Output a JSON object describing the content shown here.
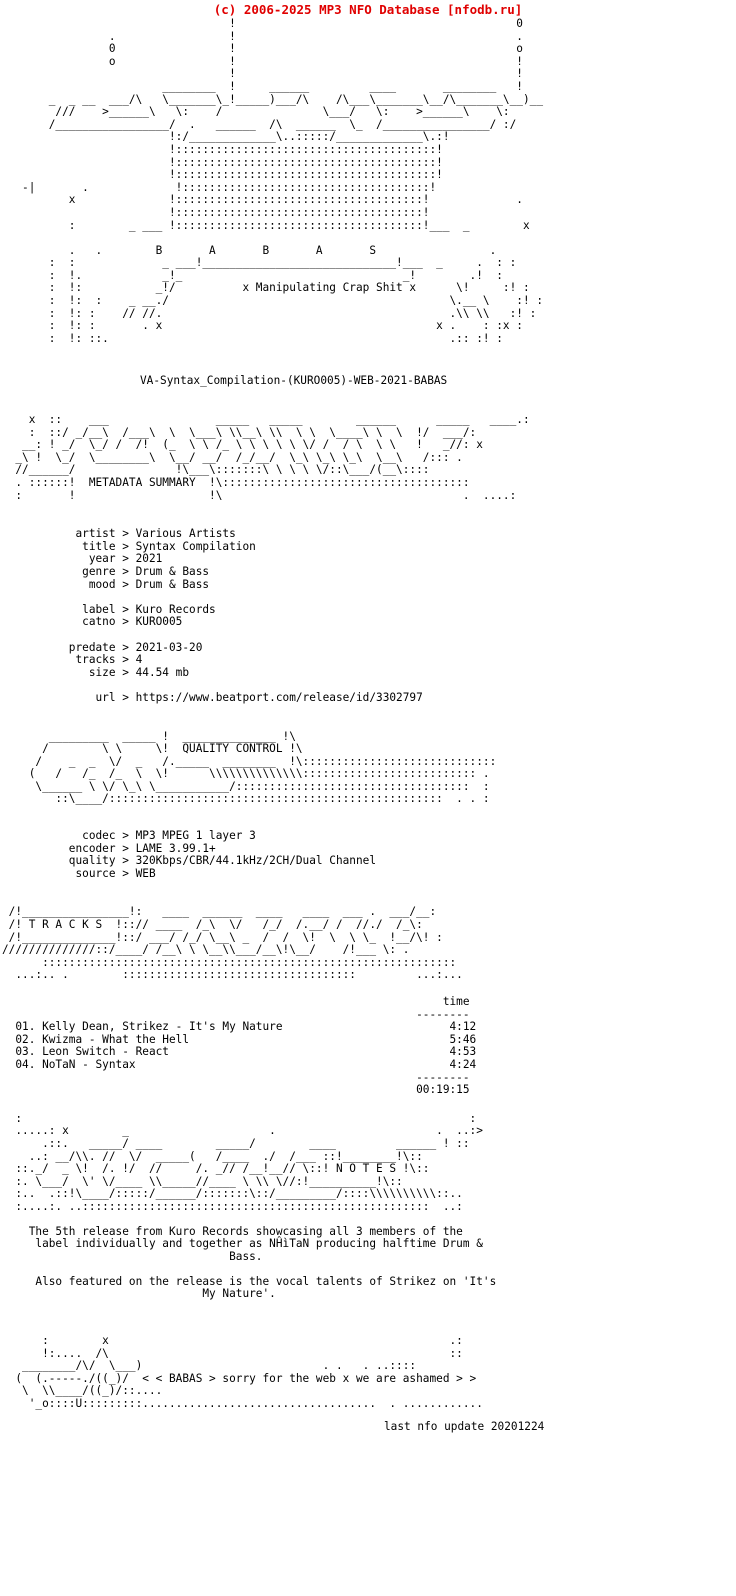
{
  "header": {
    "banner": "(c) 2006-2025 MP3 NFO Database [nfodb.ru]",
    "banner_color": "#e00000"
  },
  "art": {
    "logo_letters": "B A B A S",
    "logo_tagline": "x Manipulating Crap Shit x",
    "logo_block": "                                  !                                          0\n                .                 !                                          .\n                0                 !                                          o\n                o                 !                                          !\n                                  !                                          !\n                        ________  !     ______         ____       ________   !\n       _  _ __  ___/\\   \\_______\\_!_____)___/\\    /\\___\\_______\\__/\\_______\\__)__\n        ///    >______\\   \\:    /               \\___/   \\:    >______\\    \\:\n       /_________________/  .   ______  /\\  ______  \\_  /________________/ :/\n                         !:/_____________\\..:::::/_____________\\.:!\n                         !:::::::::::::::::::::::::::::::::::::::!\n                         !:::::::::::::::::::::::::::::::::::::::!\n                         !:::::::::::::::::::::::::::::::::::::::!\n   -|       .             !:::::::::::::::::::::::::::::::::::::!\n          x              !:::::::::::::::::::::::::::::::::::::!             .\n                         !:::::::::::::::::::::::::::::::::::::!\n          :        _ ___ !:::::::::::::::::::::::::::::::::::::!___  _        x\n\n          .   .        B       A       B       A       S                 .\n       :  :             _ ___!_____________________________!___  _     .  : :\n       :  !.            _!_                                 _!        .!  :\n       :  !:           _!/          x Manipulating Crap Shit x      \\!     :! :\n       :  !:  :    _ __./                                          \\.__ \\    :! :\n       :  !: :    // //.                                           .\\\\ \\\\   :! :\n       :  !: :       . x                                         x .    : :x :\n       :  !: ::.                                                   .:: :! :",
    "release_title": "VA-Syntax_Compilation-(KURO005)-WEB-2021-BABAS",
    "metadata_header_block": "    x  ::    ___                _____   _____        ______      _____   ____.:\n    :  ::/ _/__\\  /___\\  \\  \\___\\ \\\\__\\ \\\\  \\ \\  \\____\\ \\  \\  !/  ___/:\n   __: ! _/  \\_/ /  /!  (_  \\ \\ /_ \\ \\ \\ \\ \\ \\/ /  / \\  \\ \\   !   _//: x\n  _\\ !  \\_/  \\________\\  \\__/ __/  /_/__/  \\_\\ \\_\\ \\_\\  \\__\\   /::: .\n  //______/               !\\___\\:::::::\\ \\ \\ \\ \\/::\\___/(__\\::::\n  . ::::::!  METADATA SUMMARY  !\\:::::::::::::::::::::::::::::::::::::\n  :       !                    !\\                                    .  ....:",
    "metadata_header_label": "METADATA SUMMARY",
    "quality_header_block": "       _________  _____ !  ______________ !\\\n      /        \\ \\     \\!  QUALITY CONTROL !\\\n     /    _  _  \\/  _   /._____  ________  !\\:::::::::::::::::::::::::::::\n    (   /   /_  /_  \\  \\!      \\\\\\\\\\\\\\\\\\\\\\\\\\\\:::::::::::::::::::::::::: .\n     \\______ \\ \\/ \\_\\ \\___________/:::::::::::::::::::::::::::::::::::  :\n        ::\\____/::::::::::::::::::::::::::::::::::::::::::::::::::  . . :",
    "quality_header_label": "QUALITY CONTROL",
    "tracks_header_block": " /!________________!:   ____  ______  ____   ____  ___ .  ___/__:\n /! T R A C K S  !::// ____  /_\\  \\/   /_/  /.__/ /  //./  /_\\:\n /!______________!::/ ___/ /_/ \\__\\ _  /  /  \\!  \\  \\ \\_  !__/\\! :\n//////////////::/____/ /__\\ \\ \\__\\\\___/__\\!\\__/    /!___ \\: .\n      ::::::::::::::::::::::::::::::::::::::::::::::::::::::::::::::\n  ...:.. .        :::::::::::::::::::::::::::::::::::         ...:...",
    "tracks_header_label": "T R A C K S",
    "notes_header_block": "  :                                                                   :\n  .....: x        _                     .                        .  ..:>\n      .::.   _____/ ____        _____/        ____         ______ ! ::\n    ..: __/\\\\. //  \\/  _____(   /____  ./  /___ ::!________!\\::\n  ::._/  _ \\!  /. !/  //     /. _// /__!__// \\::! N O T E S !\\::\n  :. \\___/  \\' \\/____ \\\\_____//____ \\ \\\\ \\//:!__________!\\::\n  :..  .::!\\____/:::::/______/:::::::\\::/_________/::::\\\\\\\\\\\\\\\\\\\\::..\n  :....:. ..::::::::::::::::::::::::::::::::::::::::::::::::::::  ..:",
    "notes_header_label": "N O T E S",
    "footer_block": "      :        x                                                   .:\n      !:....  /\\                                                   ::\n   ________/\\/  \\___)                           . .   . ..::::\n  (  (.-----./((_)/  < < BABAS > sorry for the web x we are ashamed > >\n   \\  \\\\____/((_)/::....\n    '_o::::U:::::::::...................................  . ............",
    "footer_text": "< < BABAS > sorry for the web x we are ashamed > >"
  },
  "metadata": {
    "fields": [
      {
        "label": "artist",
        "sep": ">",
        "value": "Various Artists"
      },
      {
        "label": "title",
        "sep": ">",
        "value": "Syntax Compilation"
      },
      {
        "label": "year",
        "sep": ">",
        "value": "2021"
      },
      {
        "label": "genre",
        "sep": ">",
        "value": "Drum & Bass"
      },
      {
        "label": "mood",
        "sep": ">",
        "value": "Drum & Bass"
      },
      {
        "label": "label",
        "sep": ">",
        "value": "Kuro Records"
      },
      {
        "label": "catno",
        "sep": ">",
        "value": "KURO005"
      },
      {
        "label": "predate",
        "sep": ">",
        "value": "2021-03-20"
      },
      {
        "label": "tracks",
        "sep": ">",
        "value": "4"
      },
      {
        "label": "size",
        "sep": ">",
        "value": "44.54 mb"
      },
      {
        "label": "url",
        "sep": ">",
        "value": "https://www.beatport.com/release/id/3302797"
      }
    ],
    "block": "           artist > Various Artists\n            title > Syntax Compilation\n             year > 2021\n            genre > Drum & Bass\n             mood > Drum & Bass\n\n            label > Kuro Records\n            catno > KURO005\n\n          predate > 2021-03-20\n           tracks > 4\n             size > 44.54 mb\n\n              url > https://www.beatport.com/release/id/3302797"
  },
  "quality": {
    "fields": [
      {
        "label": "codec",
        "sep": ">",
        "value": "MP3 MPEG 1 layer 3"
      },
      {
        "label": "encoder",
        "sep": ">",
        "value": "LAME 3.99.1+"
      },
      {
        "label": "quality",
        "sep": ">",
        "value": "320Kbps/CBR/44.1kHz/2CH/Dual Channel"
      },
      {
        "label": "source",
        "sep": ">",
        "value": "WEB"
      }
    ],
    "block": "            codec > MP3 MPEG 1 layer 3\n          encoder > LAME 3.99.1+\n          quality > 320Kbps/CBR/44.1kHz/2CH/Dual Channel\n           source > WEB"
  },
  "tracks": {
    "time_column_header": "time",
    "time_rule": "--------",
    "items": [
      {
        "num": "01.",
        "title": "Kelly Dean, Strikez - It's My Nature",
        "time": "4:12"
      },
      {
        "num": "02.",
        "title": "Kwizma - What the Hell",
        "time": "5:46"
      },
      {
        "num": "03.",
        "title": "Leon Switch - React",
        "time": "4:53"
      },
      {
        "num": "04.",
        "title": "NoTaN - Syntax",
        "time": "4:24"
      }
    ],
    "total_time": "00:19:15",
    "block": "                                                                  time\n                                                              --------\n  01. Kelly Dean, Strikez - It's My Nature                         4:12\n  02. Kwizma - What the Hell                                       5:46\n  03. Leon Switch - React                                          4:53\n  04. NoTaN - Syntax                                               4:24\n                                                              --------\n                                                              00:19:15"
  },
  "notes": {
    "paragraphs": [
      "The 5th release from Kuro Records showcasing all 3 members of the label individually and together as NĤìTaN producing halftime Drum & Bass.",
      "Also featured on the release is the vocal talents of Strikez on 'It's My Nature'."
    ],
    "block": "    The 5th release from Kuro Records showcasing all 3 members of the\n     label individually and together as NĤìTaN producing halftime Drum &\n                                  Bass.\n\n     Also featured on the release is the vocal talents of Strikez on 'It's\n                              My Nature'."
  },
  "footer": {
    "last_update_label": "last nfo update",
    "last_update_value": "20201224",
    "last_update_line": "last nfo update 20201224"
  }
}
